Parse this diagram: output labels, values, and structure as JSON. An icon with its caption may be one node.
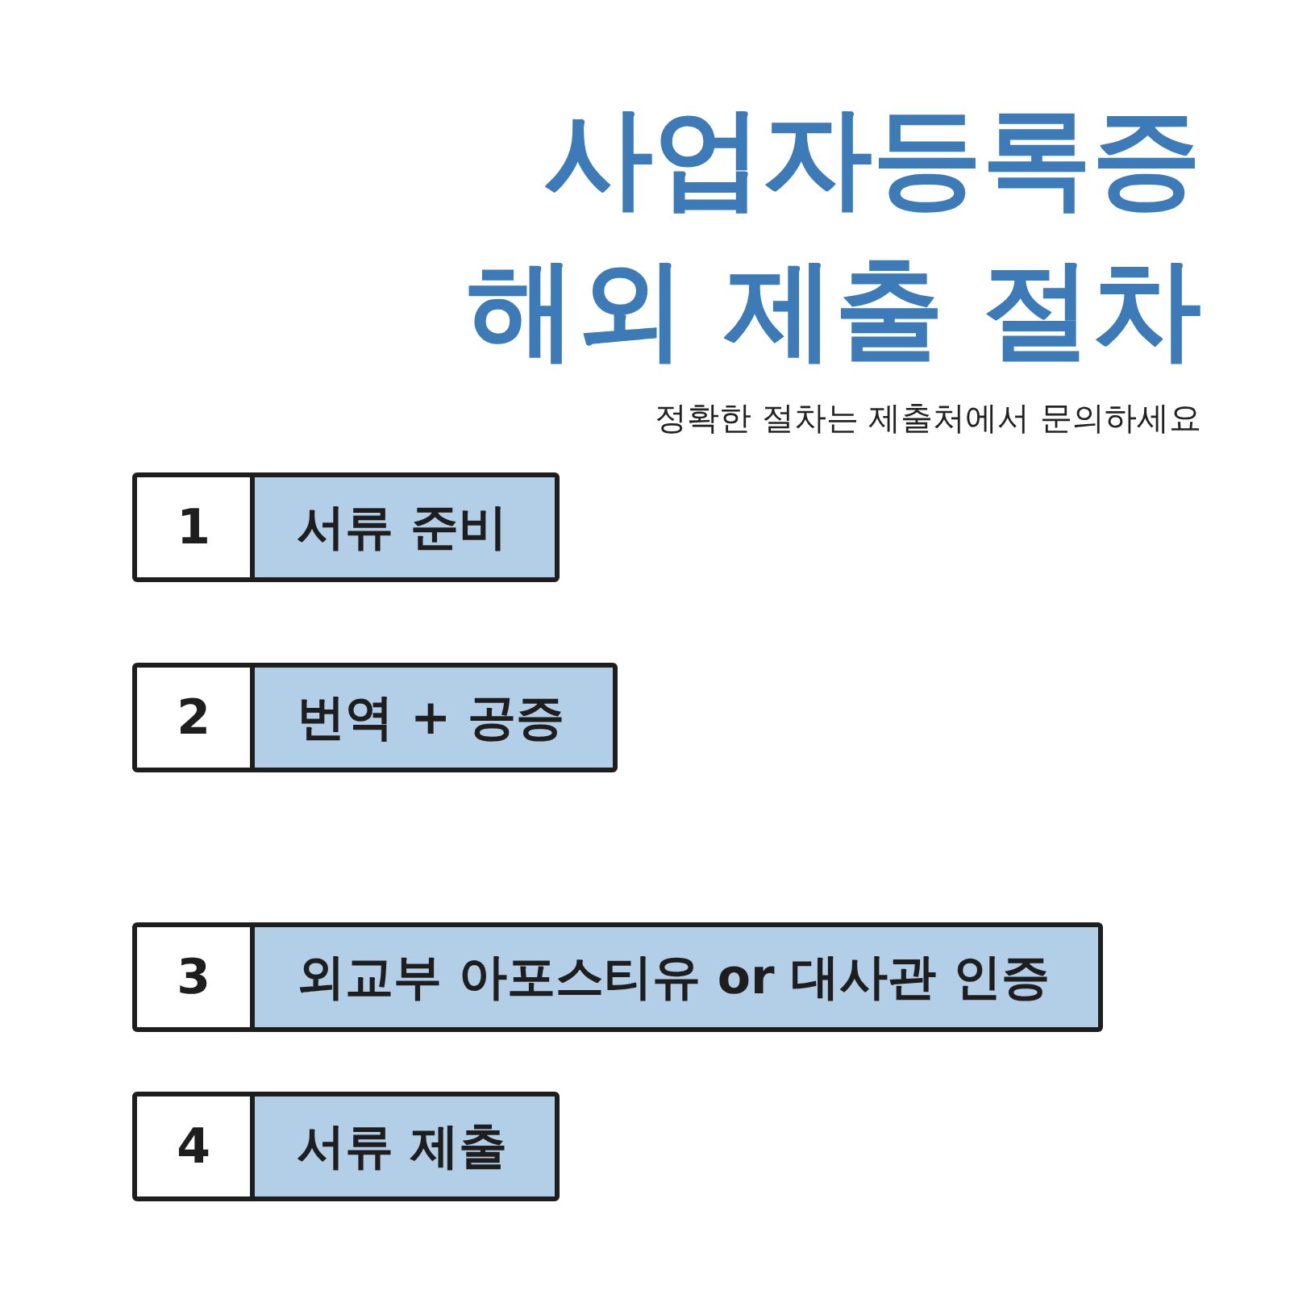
{
  "diagram": {
    "title": "사업자등록증 해외 제출 절차",
    "nodes": [
      {
        "text": [
          "1",
          "서류 준비"
        ]
      },
      {
        "text": [
          "2",
          "번역 + 공증"
        ]
      },
      {
        "text": [
          "3",
          "외교부 아포스티유 or 대사관 인증"
        ]
      },
      {
        "text": [
          "4",
          "서류 제출"
        ]
      }
    ],
    "labels": [
      "정확한 절차는 제출처에서 문의하세요"
    ]
  }
}
